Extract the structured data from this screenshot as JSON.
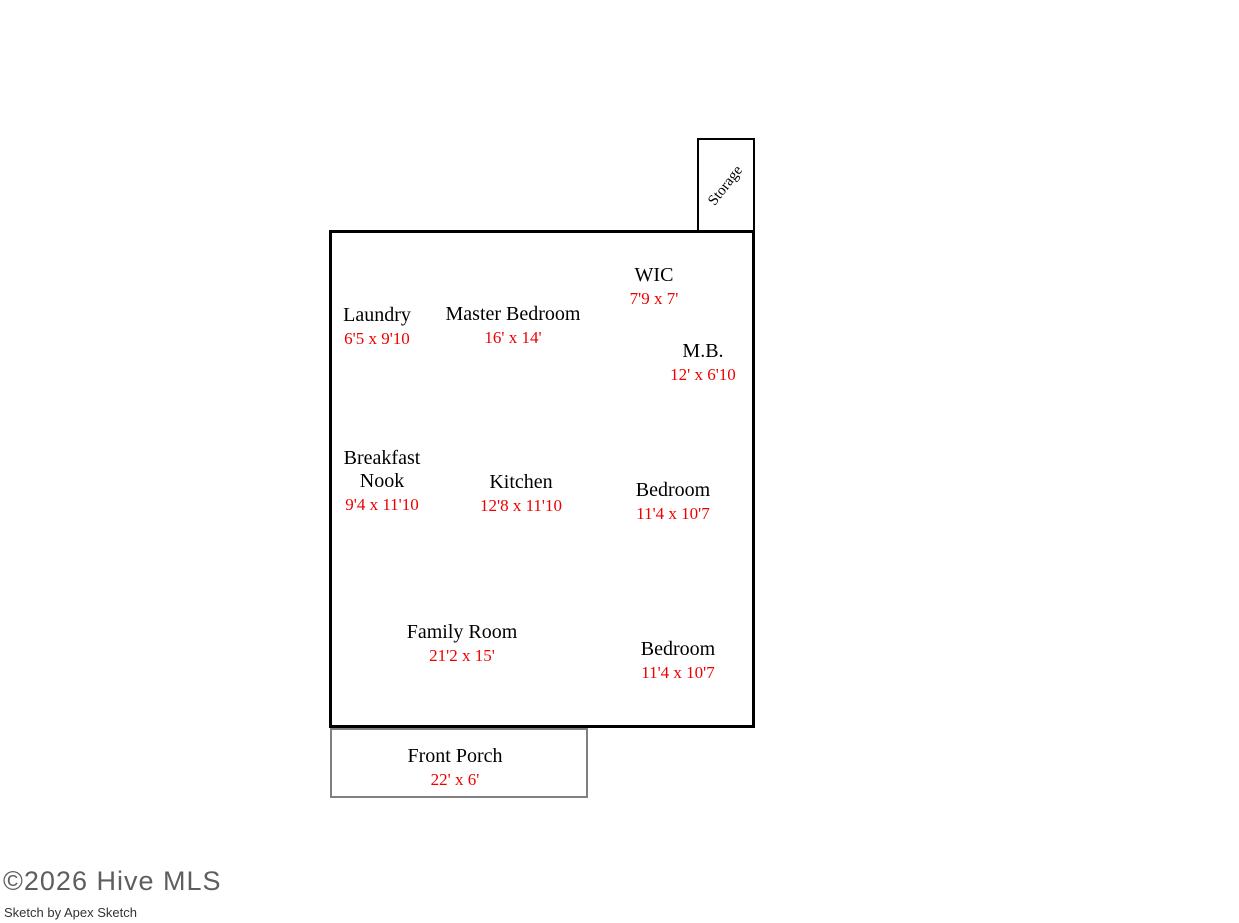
{
  "floorplan": {
    "rooms": [
      {
        "name": "Storage",
        "dims": ""
      },
      {
        "name": "WIC",
        "dims": "7'9 x 7'"
      },
      {
        "name": "Laundry",
        "dims": "6'5 x 9'10"
      },
      {
        "name": "Master Bedroom",
        "dims": "16' x 14'"
      },
      {
        "name": "M.B.",
        "dims": "12' x 6'10"
      },
      {
        "name": "Breakfast Nook",
        "dims": "9'4 x 11'10"
      },
      {
        "name": "Kitchen",
        "dims": "12'8 x 11'10"
      },
      {
        "name": "Bedroom",
        "dims": "11'4 x 10'7"
      },
      {
        "name": "Family Room",
        "dims": "21'2 x 15'"
      },
      {
        "name": "Bedroom",
        "dims": "11'4 x 10'7"
      },
      {
        "name": "Front Porch",
        "dims": "22' x 6'"
      }
    ],
    "colors": {
      "wall": "#000000",
      "porch_wall": "#808080",
      "room_text": "#000000",
      "dimension_text": "#ee0000"
    }
  },
  "watermark": {
    "copyright": "©2026 Hive MLS",
    "credit": "Sketch by Apex Sketch"
  }
}
